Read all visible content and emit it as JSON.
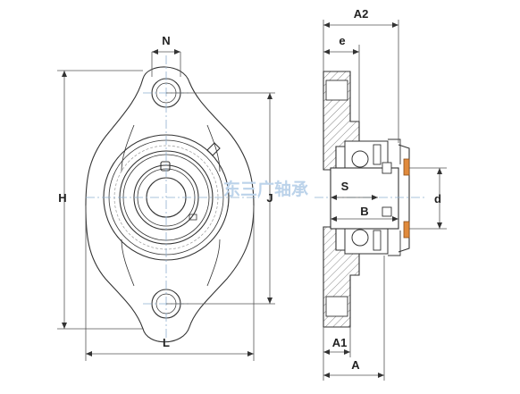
{
  "dimensions": {
    "N": "N",
    "H": "H",
    "J": "J",
    "L": "L",
    "A2": "A2",
    "e": "e",
    "S": "S",
    "B": "B",
    "d": "d",
    "A1": "A1",
    "A": "A"
  },
  "watermark": "东三广轴承",
  "colors": {
    "line": "#333333",
    "hatch": "#777777",
    "seal": "#e08a3c",
    "centerline": "#8fb0d0",
    "watermark": "#bcd3ea"
  }
}
